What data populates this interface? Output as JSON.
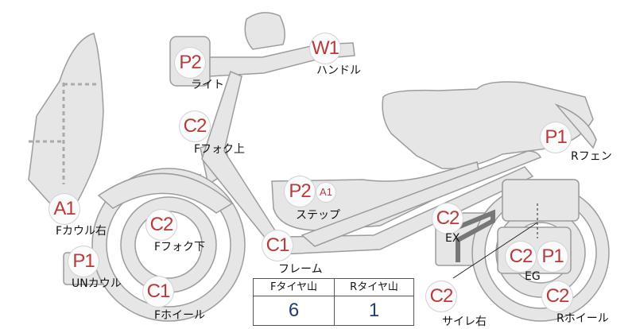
{
  "parts": {
    "light": {
      "code": "P2",
      "label": "ライト"
    },
    "handle": {
      "code": "W1",
      "label": "ハンドル"
    },
    "fork_upper": {
      "code": "C2",
      "label": "Fフォク上"
    },
    "r_fender": {
      "code": "P1",
      "label": "Rフェン"
    },
    "step": {
      "codes": [
        "P2",
        "A1"
      ],
      "label": "ステップ"
    },
    "f_cowl_right": {
      "code": "A1",
      "label": "Fカウル右"
    },
    "fork_lower": {
      "code": "C2",
      "label": "Fフォク下"
    },
    "exhaust": {
      "code": "C2",
      "label": "EX"
    },
    "frame": {
      "code": "C1",
      "label": "フレーム"
    },
    "un_cowl": {
      "code": "P1",
      "label": "UNカウル"
    },
    "engine": {
      "codes": [
        "C2",
        "P1"
      ],
      "label": "EG"
    },
    "f_wheel": {
      "code": "C1",
      "label": "Fホイール"
    },
    "silencer_right": {
      "code": "C2",
      "label": "サイレ右"
    },
    "r_wheel": {
      "code": "C2",
      "label": "Rホイール"
    }
  },
  "tire_table": {
    "headers": [
      "Fタイヤ山",
      "Rタイヤ山"
    ],
    "values": [
      "6",
      "1"
    ]
  }
}
